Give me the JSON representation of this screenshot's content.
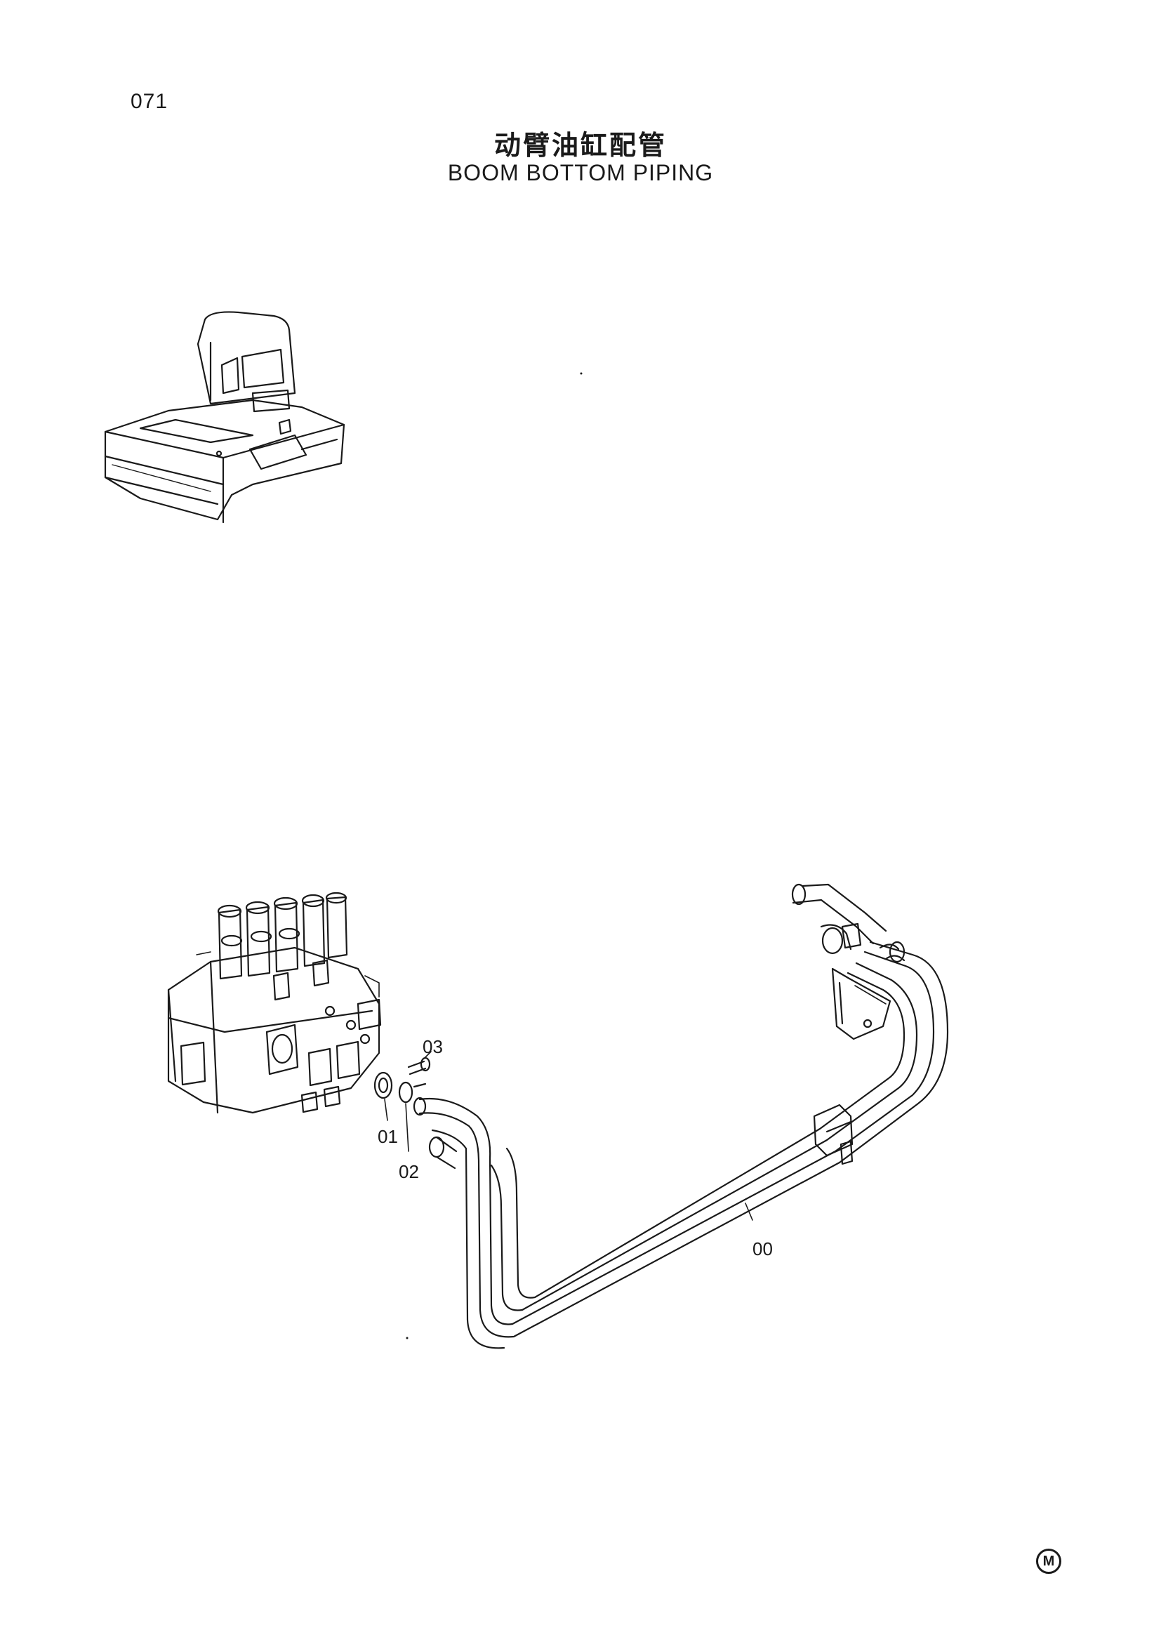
{
  "page": {
    "number": "071"
  },
  "title": {
    "zh": "动臂油缸配管",
    "en": "BOOM BOTTOM PIPING"
  },
  "callouts": {
    "part_00": "00",
    "part_01": "01",
    "part_02": "02",
    "part_03": "03"
  },
  "footer": {
    "mark": "M"
  },
  "colors": {
    "line": "#1a1a1a",
    "background": "#ffffff"
  }
}
